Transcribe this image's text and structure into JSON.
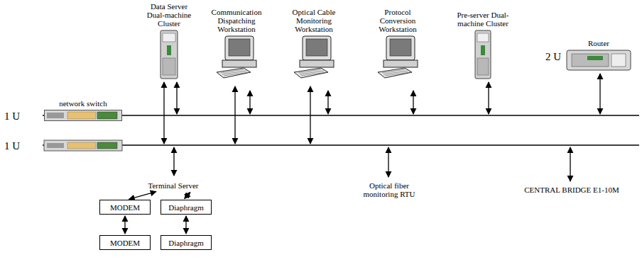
{
  "diagram": {
    "nodes": [
      {
        "text": [
          "Data Server Dual-machine Cluster"
        ]
      },
      {
        "text": [
          "Communication Dispatching Workstation"
        ]
      },
      {
        "text": [
          "Optical Cable Monitoring Workstation"
        ]
      },
      {
        "text": [
          "Protocol Conversion Workstation"
        ]
      },
      {
        "text": [
          "Pre-server Dual-machine Cluster"
        ]
      },
      {
        "text": [
          "Router"
        ]
      },
      {
        "text": [
          "network switch"
        ]
      },
      {
        "text": [
          "Terminal Server"
        ]
      },
      {
        "text": [
          "MODEM"
        ]
      },
      {
        "text": [
          "Diaphragm"
        ]
      },
      {
        "text": [
          "MODEM"
        ]
      },
      {
        "text": [
          "Diaphragm"
        ]
      }
    ],
    "edges": [
      {
        "from": 7,
        "to": 8,
        "arrow": "both"
      },
      {
        "from": 7,
        "to": 9,
        "arrow": "both"
      },
      {
        "from": 8,
        "to": 10,
        "arrow": "both"
      },
      {
        "from": 9,
        "to": 11,
        "arrow": "both"
      }
    ],
    "labels": [
      "1 U",
      "1 U",
      "2 U",
      "Optical fiber monitoring RTU",
      "CENTRAL BRIDGE E1-10M"
    ]
  }
}
